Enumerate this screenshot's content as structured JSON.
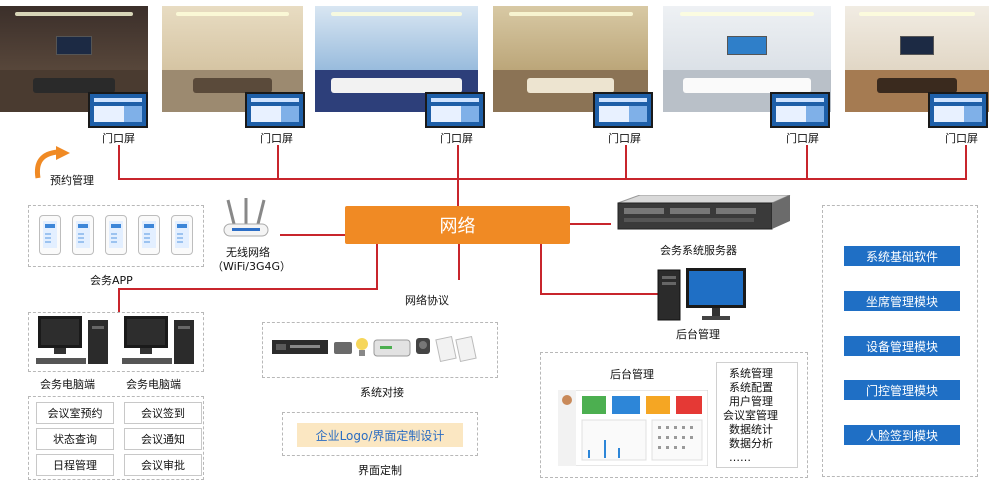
{
  "rooms": [
    {
      "door_label": "门口屏"
    },
    {
      "door_label": "门口屏"
    },
    {
      "door_label": "门口屏"
    },
    {
      "door_label": "门口屏"
    },
    {
      "door_label": "门口屏"
    },
    {
      "door_label": "门口屏"
    }
  ],
  "booking_label": "预约管理",
  "network_label": "网络",
  "wireless": {
    "line1": "无线网络",
    "line2": "（WiFi/3G4G）"
  },
  "app_label": "会务APP",
  "server_label": "会务系统服务器",
  "backend_label": "后台管理",
  "protocol_label": "网络协议",
  "pc_labels": [
    "会务电脑端",
    "会务电脑端"
  ],
  "functions": [
    "会议室预约",
    "会议签到",
    "状态查询",
    "会议通知",
    "日程管理",
    "会议审批"
  ],
  "system_dock_label": "系统对接",
  "custom_logo_label": "企业Logo/界面定制设计",
  "custom_label": "界面定制",
  "mgmt_panel": {
    "title": "后台管理",
    "items": [
      "系统管理",
      "系统配置",
      "用户管理",
      "会议室管理",
      "数据统计",
      "数据分析",
      "……"
    ]
  },
  "modules": [
    "系统基础软件",
    "坐席管理模块",
    "设备管理模块",
    "门控管理模块",
    "人脸签到模块"
  ],
  "colors": {
    "line": "#c8252c",
    "network": "#f08a24",
    "module": "#1f6fc5"
  }
}
